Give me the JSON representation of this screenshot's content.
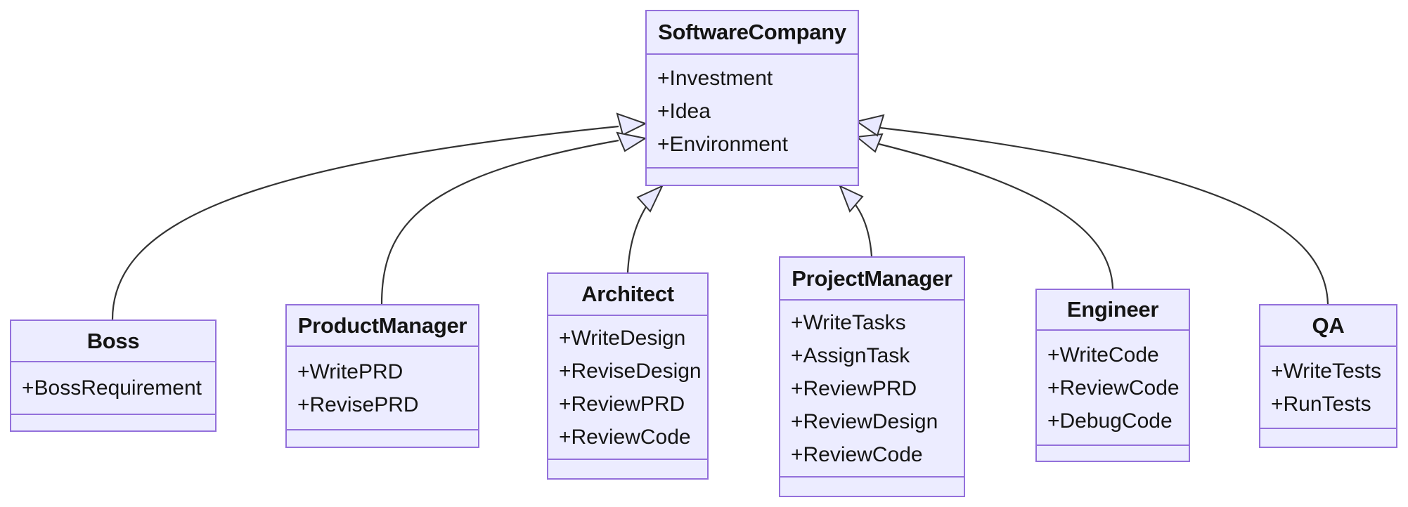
{
  "diagram": {
    "type": "uml-class-diagram",
    "background": "#ffffff",
    "colors": {
      "box_fill": "#ECECFF",
      "box_border": "#9370DB",
      "edge_line": "#333333",
      "arrowhead_fill": "#E9E9FF",
      "text": "#141414"
    },
    "classes": [
      {
        "id": "software-company",
        "name": "SoftwareCompany",
        "attributes": [
          "+Investment",
          "+Idea",
          "+Environment"
        ],
        "methods": []
      },
      {
        "id": "boss",
        "name": "Boss",
        "attributes": [
          "+BossRequirement"
        ],
        "methods": []
      },
      {
        "id": "product-manager",
        "name": "ProductManager",
        "attributes": [
          "+WritePRD",
          "+RevisePRD"
        ],
        "methods": []
      },
      {
        "id": "architect",
        "name": "Architect",
        "attributes": [
          "+WriteDesign",
          "+ReviseDesign",
          "+ReviewPRD",
          "+ReviewCode"
        ],
        "methods": []
      },
      {
        "id": "project-manager",
        "name": "ProjectManager",
        "attributes": [
          "+WriteTasks",
          "+AssignTask",
          "+ReviewPRD",
          "+ReviewDesign",
          "+ReviewCode"
        ],
        "methods": []
      },
      {
        "id": "engineer",
        "name": "Engineer",
        "attributes": [
          "+WriteCode",
          "+ReviewCode",
          "+DebugCode"
        ],
        "methods": []
      },
      {
        "id": "qa",
        "name": "QA",
        "attributes": [
          "+WriteTests",
          "+RunTests"
        ],
        "methods": []
      }
    ],
    "relations": [
      {
        "from": "Boss",
        "to": "SoftwareCompany",
        "type": "inheritance"
      },
      {
        "from": "ProductManager",
        "to": "SoftwareCompany",
        "type": "inheritance"
      },
      {
        "from": "Architect",
        "to": "SoftwareCompany",
        "type": "inheritance"
      },
      {
        "from": "ProjectManager",
        "to": "SoftwareCompany",
        "type": "inheritance"
      },
      {
        "from": "Engineer",
        "to": "SoftwareCompany",
        "type": "inheritance"
      },
      {
        "from": "QA",
        "to": "SoftwareCompany",
        "type": "inheritance"
      }
    ]
  }
}
